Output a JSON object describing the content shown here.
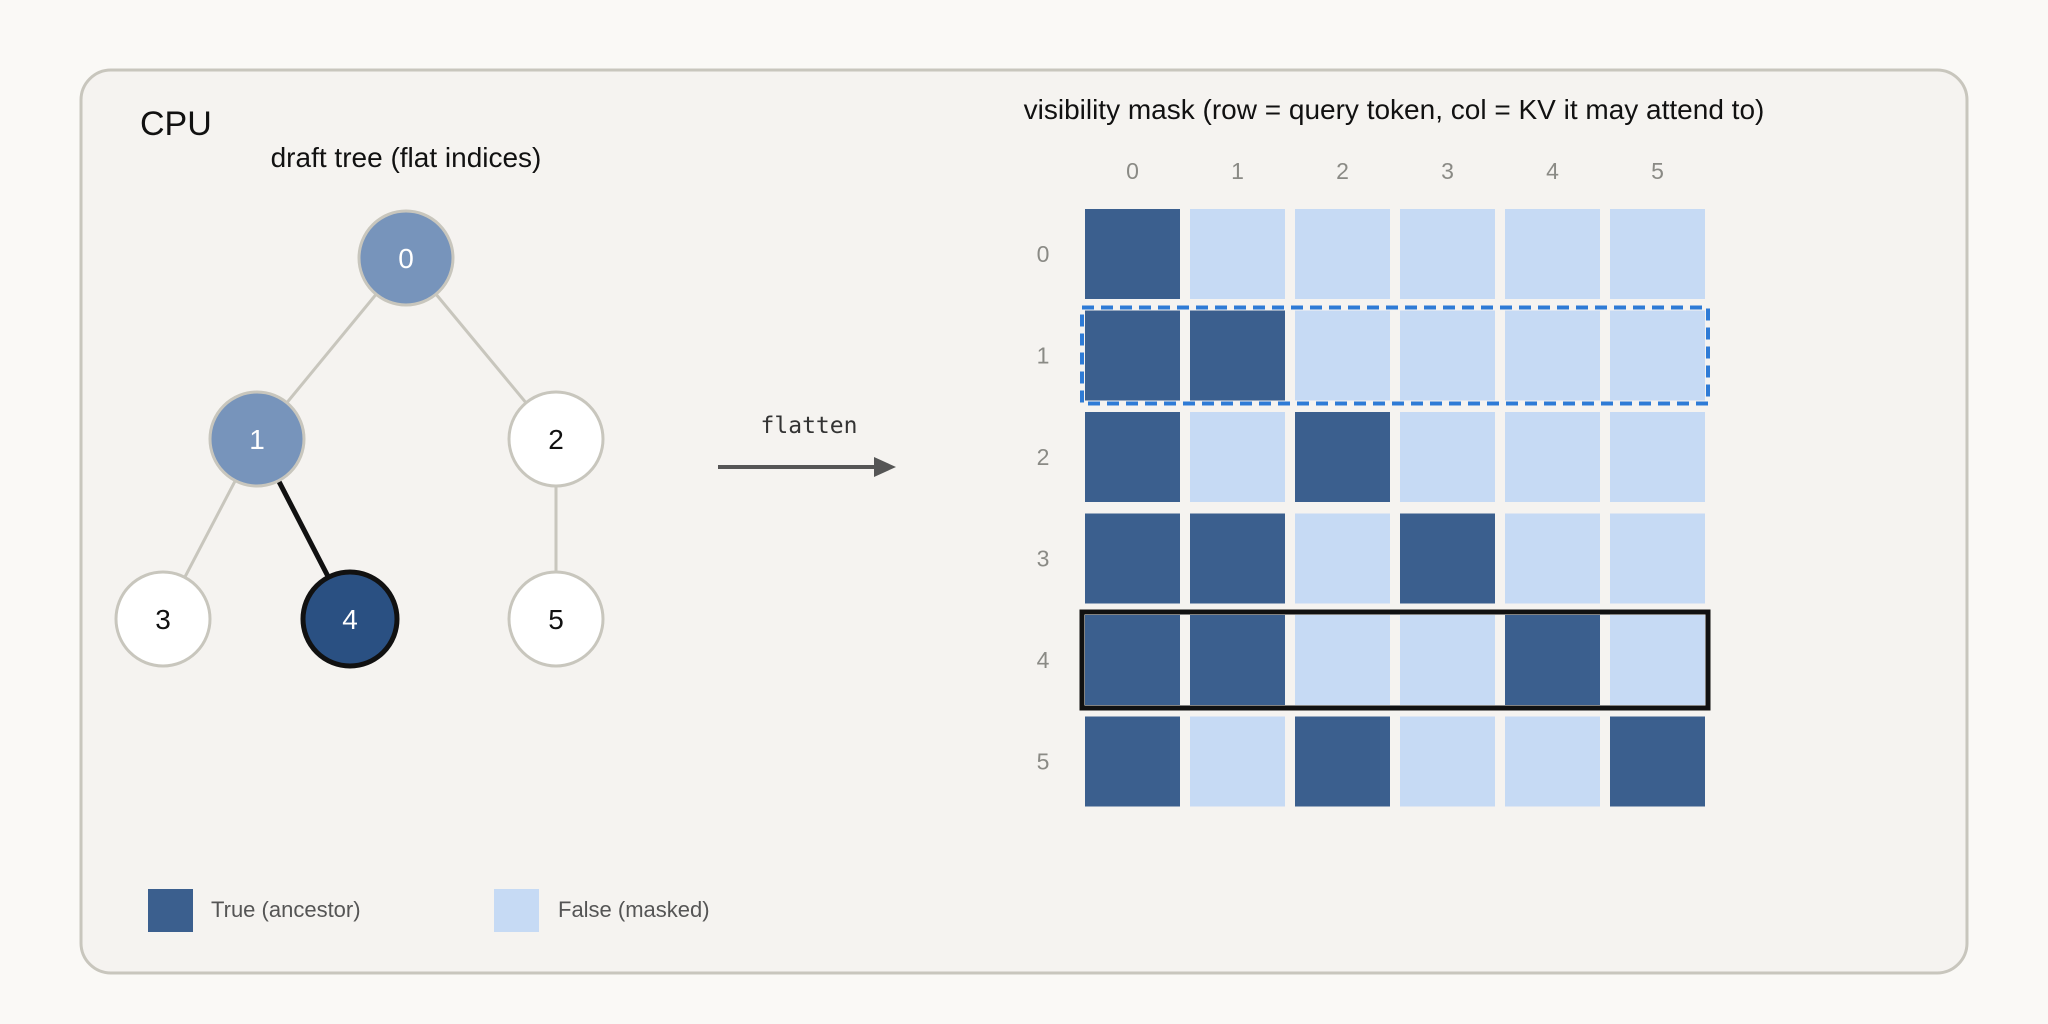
{
  "panel": {
    "label": "CPU",
    "bg": "#f5f3f0",
    "border": "#c8c6bd"
  },
  "tree": {
    "title": "draft tree (flat indices)",
    "nodes": [
      {
        "id": "0",
        "style": "ancestor"
      },
      {
        "id": "1",
        "style": "ancestor"
      },
      {
        "id": "2",
        "style": "plain"
      },
      {
        "id": "3",
        "style": "plain"
      },
      {
        "id": "4",
        "style": "query"
      },
      {
        "id": "5",
        "style": "plain"
      }
    ],
    "edges": [
      {
        "from": "0",
        "to": "1",
        "highlight": false
      },
      {
        "from": "0",
        "to": "2",
        "highlight": false
      },
      {
        "from": "1",
        "to": "3",
        "highlight": false
      },
      {
        "from": "1",
        "to": "4",
        "highlight": true
      },
      {
        "from": "2",
        "to": "5",
        "highlight": false
      }
    ],
    "colors": {
      "ancestor_fill": "#7794bb",
      "query_fill": "#2a5082",
      "plain_fill": "#ffffff",
      "node_stroke": "#c8c6bd",
      "edge": "#c8c6bd",
      "edge_highlight": "#111111"
    }
  },
  "arrow": {
    "label": "flatten",
    "color": "#555555"
  },
  "mask": {
    "title": "visibility mask  (row = query token, col = KV it may attend to)",
    "col_labels": [
      "0",
      "1",
      "2",
      "3",
      "4",
      "5"
    ],
    "row_labels": [
      "0",
      "1",
      "2",
      "3",
      "4",
      "5"
    ],
    "values": [
      [
        1,
        0,
        0,
        0,
        0,
        0
      ],
      [
        1,
        1,
        0,
        0,
        0,
        0
      ],
      [
        1,
        0,
        1,
        0,
        0,
        0
      ],
      [
        1,
        1,
        0,
        1,
        0,
        0
      ],
      [
        1,
        1,
        0,
        0,
        1,
        0
      ],
      [
        1,
        0,
        1,
        0,
        0,
        1
      ]
    ],
    "highlight_rows": [
      {
        "row": 1,
        "style": "dashed",
        "color": "#2e7bd6"
      },
      {
        "row": 4,
        "style": "solid",
        "color": "#111111"
      }
    ],
    "colors": {
      "true": "#3b5f8e",
      "false": "#c6daf4"
    }
  },
  "legend": [
    {
      "label": "True (ancestor)",
      "color": "#3b5f8e"
    },
    {
      "label": "False (masked)",
      "color": "#c6daf4"
    }
  ]
}
